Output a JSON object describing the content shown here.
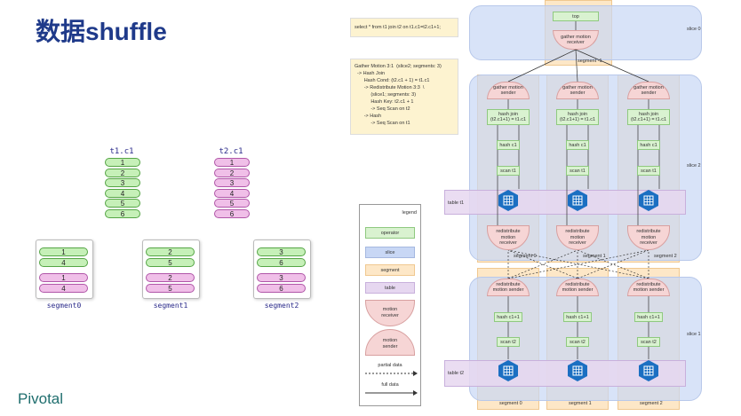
{
  "title": "数据shuffle",
  "brand": "Pivotal",
  "t1": {
    "header": "t1.c1",
    "values": [
      "1",
      "2",
      "3",
      "4",
      "5",
      "6"
    ]
  },
  "t2": {
    "header": "t2.c1",
    "values": [
      "1",
      "2",
      "3",
      "4",
      "5",
      "6"
    ]
  },
  "segments_left": [
    {
      "label": "segment0",
      "green": [
        "1",
        "4"
      ],
      "pink": [
        "1",
        "4"
      ]
    },
    {
      "label": "segment1",
      "green": [
        "2",
        "5"
      ],
      "pink": [
        "2",
        "5"
      ]
    },
    {
      "label": "segment2",
      "green": [
        "3",
        "6"
      ],
      "pink": [
        "3",
        "6"
      ]
    }
  ],
  "query": "select * from t1 join t2 on t1.c1=t2.c1+1;",
  "plan": "Gather Motion 3:1  (slice2; segments: 3)\n  -> Hash Join\n       Hash Cond: (t2.c1 + 1) = t1.c1\n       -> Redistribute Motion 3:3  \\\n            (slice1; segments: 3)\n            Hash Key: t2.c1 + 1\n            -> Seq Scan on t2\n       -> Hash\n            -> Seq Scan on t1",
  "legend": {
    "title": "legend",
    "operator": "operator",
    "slice": "slice",
    "segment": "segment",
    "table": "table",
    "motion_receiver": "motion\nreceiver",
    "motion_sender": "motion\nsender",
    "partial": "partial data",
    "full": "full data"
  },
  "diagram": {
    "top": "top",
    "gather_receiver": "gather motion\nreceiver",
    "segment_minus1": "segment -1",
    "slice0": "slice 0",
    "slice1": "slice 1",
    "slice2": "slice 2",
    "table_t1": "table t1",
    "table_t2": "table t2",
    "gather_sender": "gather motion\nsender",
    "hash_join": "hash join\n(t2.c1+1) = t1.c1",
    "hash_c1": "hash c1",
    "scan_t1": "scan t1",
    "redist_receiver": "redistribute\nmotion\nreceiver",
    "redist_sender": "redistribute\nmotion sender",
    "hash_c1p1": "hash c1+1",
    "scan_t2": "scan t2",
    "seg_labels_mid": [
      "segment 0",
      "segment 1",
      "segment 2"
    ],
    "seg_labels_bottom": [
      "segment 0",
      "segment 1",
      "segment 2"
    ]
  }
}
